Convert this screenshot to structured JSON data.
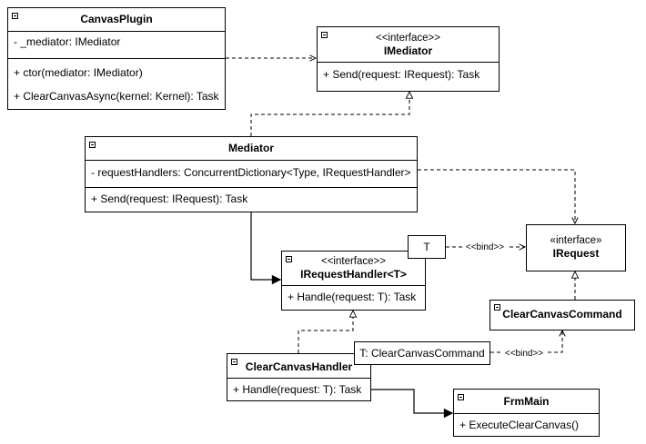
{
  "classes": {
    "canvas_plugin": {
      "name": "CanvasPlugin",
      "attributes": [
        "- _mediator: IMediator"
      ],
      "operations": [
        "+ ctor(mediator: IMediator)",
        "+ ClearCanvasAsync(kernel: Kernel): Task"
      ]
    },
    "imediator": {
      "stereotype": "<<interface>>",
      "name": "IMediator",
      "operations": [
        "+ Send(request: IRequest): Task"
      ]
    },
    "mediator": {
      "name": "Mediator",
      "attributes": [
        "- requestHandlers: ConcurrentDictionary<Type, IRequestHandler>"
      ],
      "operations": [
        "+ Send(request: IRequest): Task"
      ]
    },
    "irequest": {
      "stereotype": "«interface»",
      "name": "IRequest"
    },
    "irequest_handler": {
      "stereotype": "<<interface>>",
      "name": "IRequestHandler<T>",
      "operations": [
        "+ Handle(request: T): Task"
      ]
    },
    "clear_canvas_command": {
      "name": "ClearCanvasCommand"
    },
    "clear_canvas_handler": {
      "name": "ClearCanvasHandler",
      "operations": [
        "+ Handle(request: T): Task"
      ]
    },
    "frm_main": {
      "name": "FrmMain",
      "operations": [
        "+ ExecuteClearCanvas()"
      ]
    }
  },
  "template_params": {
    "handler_param": "T",
    "handler_binding": "T: ClearCanvasCommand"
  },
  "edge_labels": {
    "bind_1": "<<bind>>",
    "bind_2": "<<bind>>"
  }
}
